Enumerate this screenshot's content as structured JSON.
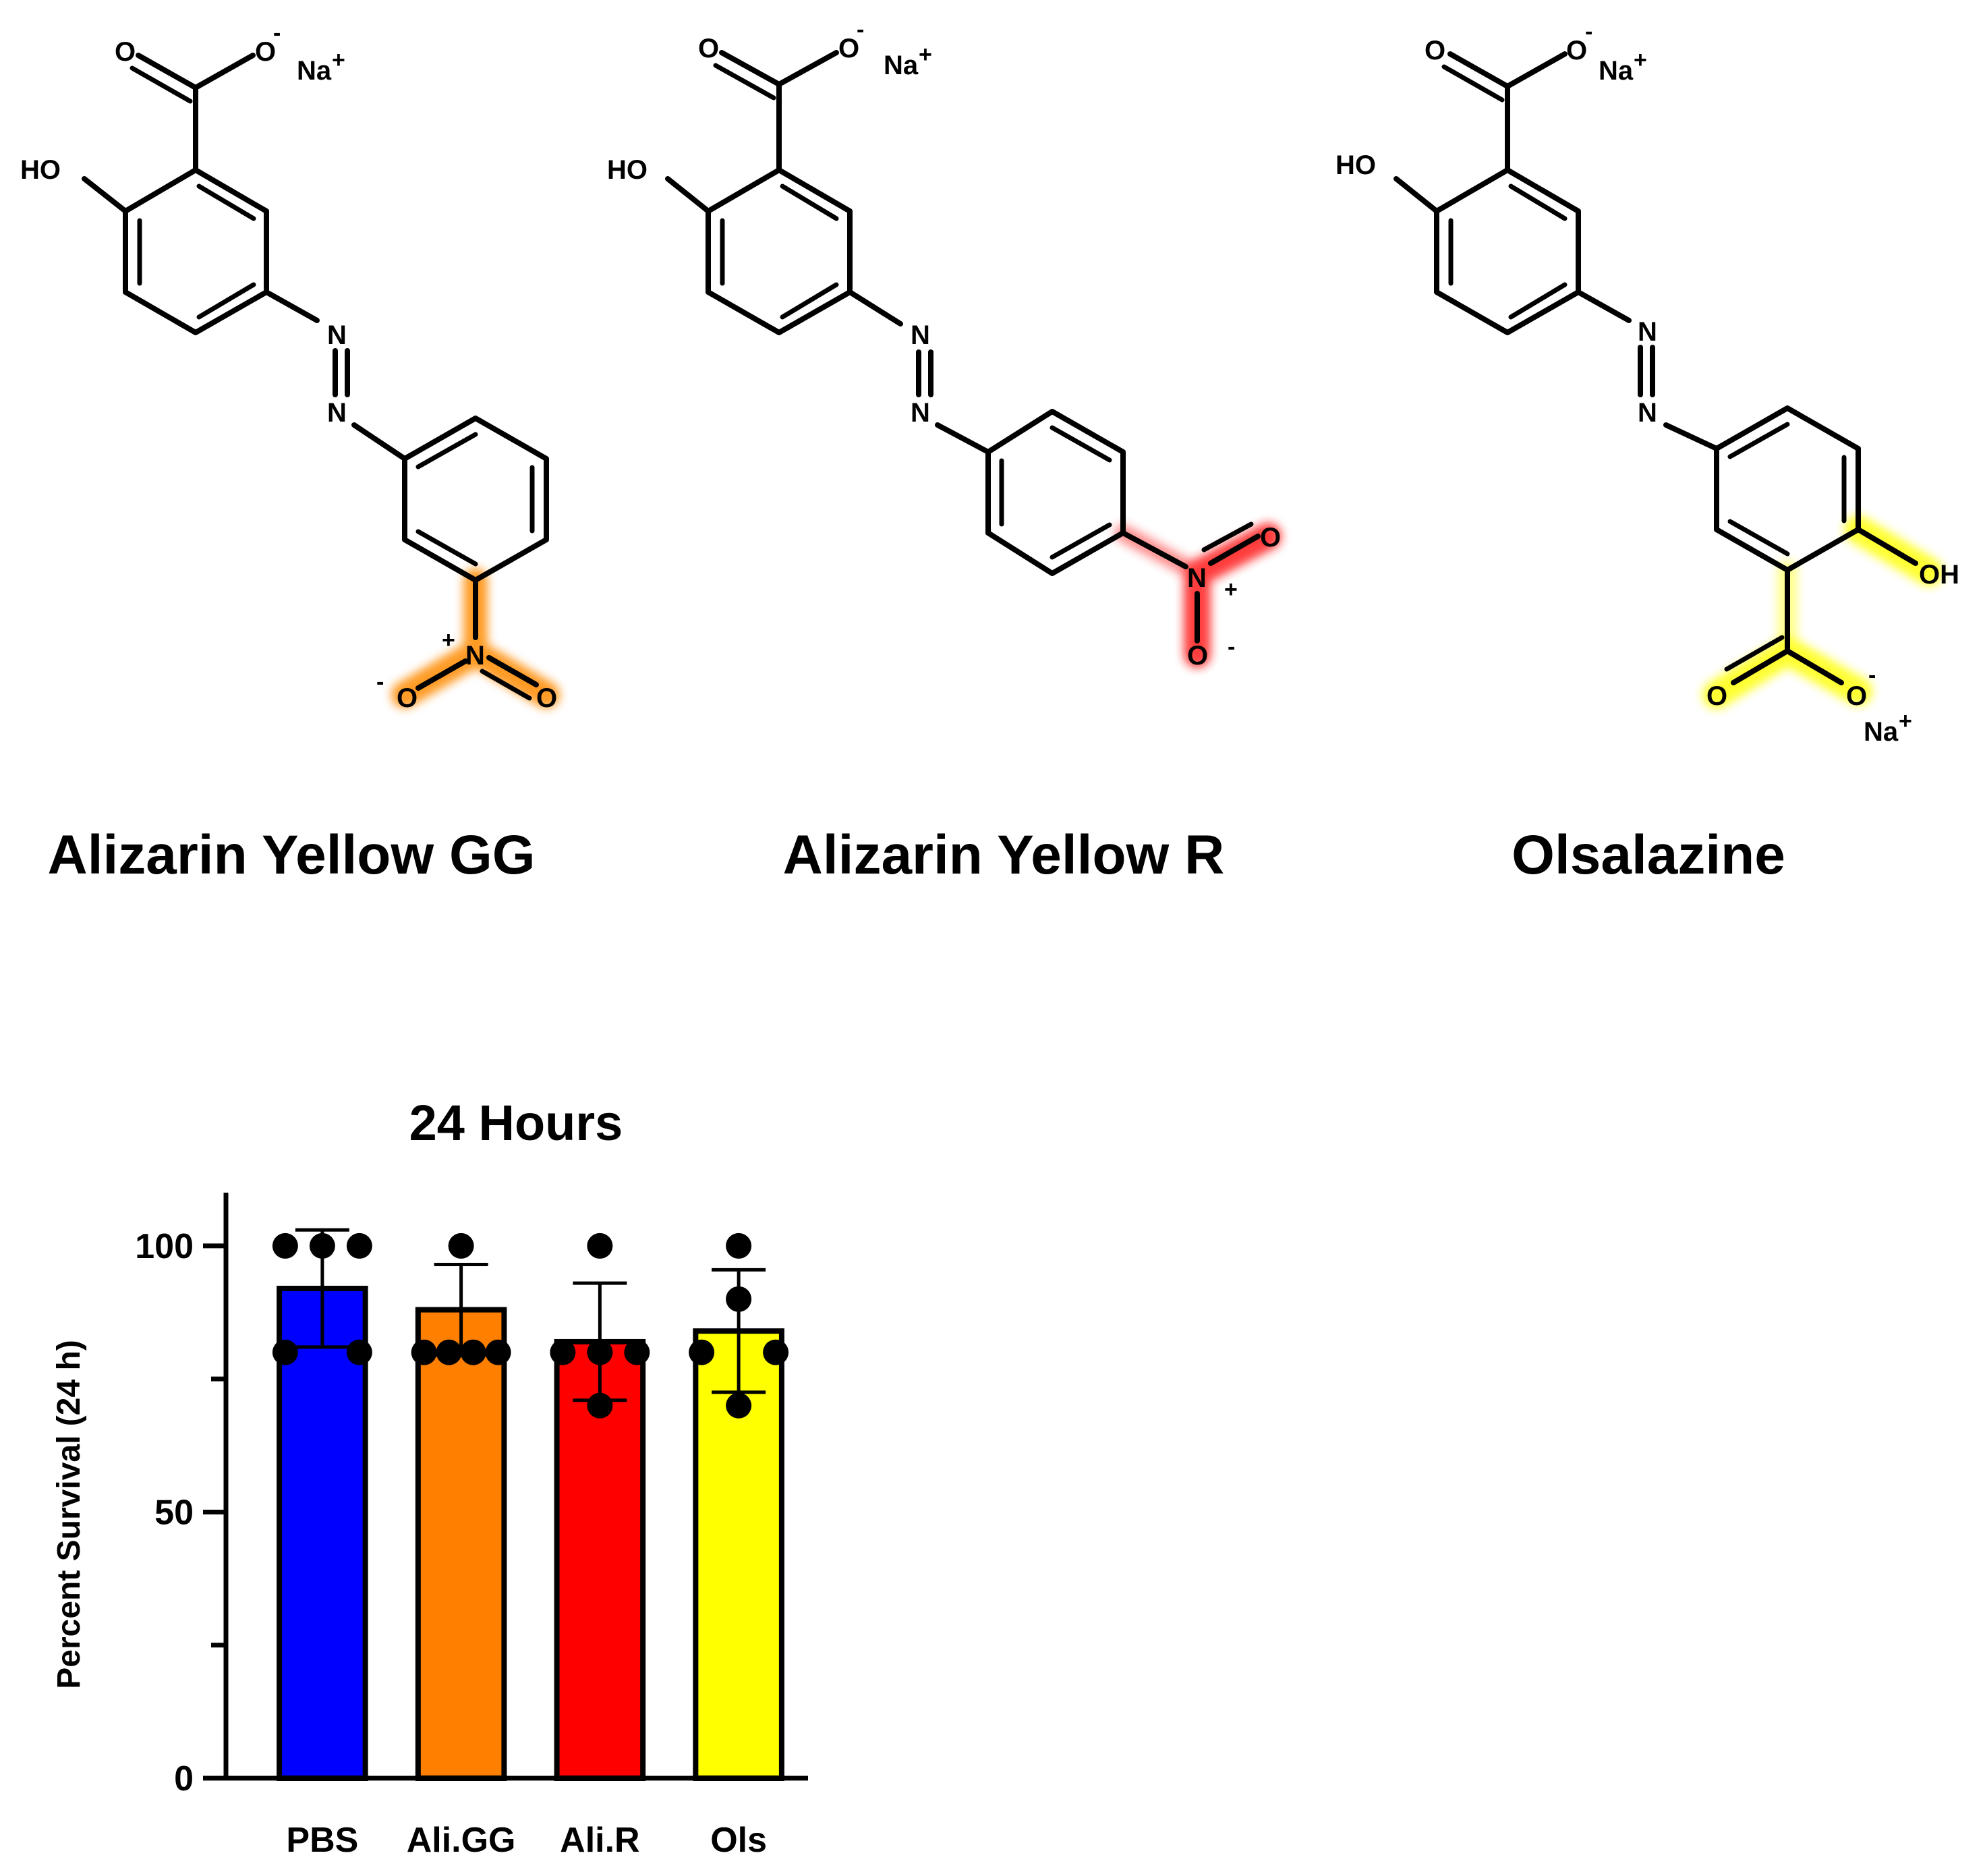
{
  "compounds": [
    {
      "name": "Alizarin Yellow GG",
      "highlight_color": "#ff8a00",
      "atoms": {
        "oxygen": "O",
        "hydroxyl": "HO",
        "sodium": "Na",
        "nitrogen": "N",
        "nitrogen_group": "N"
      },
      "charges": {
        "plus": "+",
        "minus": "-"
      }
    },
    {
      "name": "Alizarin Yellow R",
      "highlight_color": "#ff1a1a",
      "atoms": {
        "oxygen": "O",
        "hydroxyl": "HO",
        "sodium": "Na",
        "nitrogen": "N",
        "nitrogen_group": "N"
      },
      "charges": {
        "plus": "+",
        "minus": "-"
      }
    },
    {
      "name": "Olsalazine",
      "highlight_color": "#ffff1a",
      "atoms": {
        "oxygen": "O",
        "hydroxyl": "HO",
        "hydroxyl_right": "OH",
        "sodium": "Na",
        "nitrogen": "N"
      },
      "charges": {
        "plus": "+",
        "minus": "-"
      }
    }
  ],
  "chart_data": {
    "type": "bar",
    "title": "24 Hours",
    "ylabel": "Percent Survival (24 h)",
    "xlabel": "",
    "ylim": [
      0,
      110
    ],
    "yticks": [
      0,
      50,
      100
    ],
    "categories": [
      "PBS",
      "Ali.GG",
      "Ali.R",
      "Ols"
    ],
    "values": [
      92,
      88,
      82,
      84
    ],
    "errors": [
      11,
      8.5,
      11,
      11.5
    ],
    "colors": [
      "#0000ff",
      "#ff8000",
      "#ff0000",
      "#ffff00"
    ],
    "points": [
      [
        100,
        100,
        100,
        80,
        80
      ],
      [
        100,
        80,
        80,
        80,
        80
      ],
      [
        100,
        80,
        80,
        80,
        70
      ],
      [
        100,
        90,
        80,
        80,
        70
      ]
    ],
    "grid": false
  }
}
